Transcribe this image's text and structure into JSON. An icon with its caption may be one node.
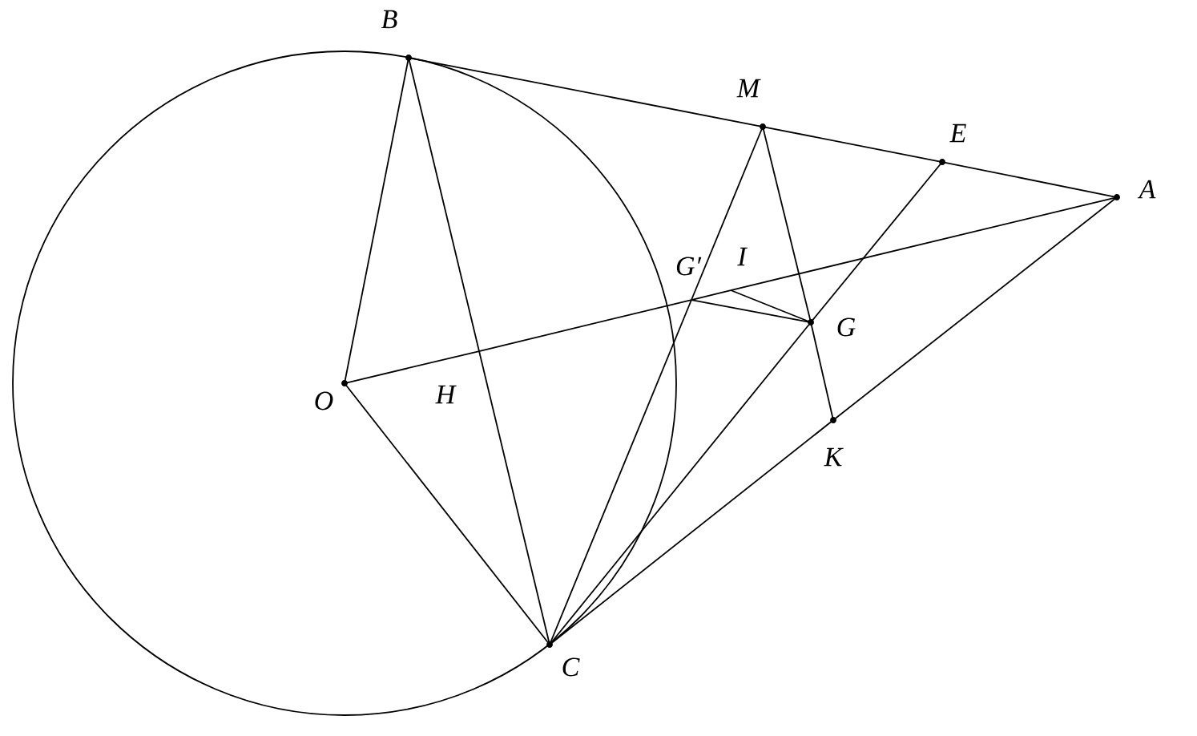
{
  "diagram": {
    "nodes": [
      {
        "text": [
          "B"
        ]
      },
      {
        "text": [
          "M"
        ]
      },
      {
        "text": [
          "E"
        ]
      },
      {
        "text": [
          "A"
        ]
      },
      {
        "text": [
          "G′"
        ]
      },
      {
        "text": [
          "I"
        ]
      },
      {
        "text": [
          "G"
        ]
      },
      {
        "text": [
          "O"
        ]
      },
      {
        "text": [
          "H"
        ]
      },
      {
        "text": [
          "K"
        ]
      },
      {
        "text": [
          "C"
        ]
      }
    ],
    "edges": [
      {
        "from": 0,
        "to": 1,
        "arrow": "none"
      },
      {
        "from": 1,
        "to": 2,
        "arrow": "none"
      },
      {
        "from": 2,
        "to": 3,
        "arrow": "none"
      },
      {
        "from": 7,
        "to": 0,
        "arrow": "none"
      },
      {
        "from": 7,
        "to": 8,
        "arrow": "none"
      },
      {
        "from": 8,
        "to": 4,
        "arrow": "none"
      },
      {
        "from": 4,
        "to": 5,
        "arrow": "none"
      },
      {
        "from": 5,
        "to": 3,
        "arrow": "none"
      },
      {
        "from": 0,
        "to": 8,
        "arrow": "none"
      },
      {
        "from": 8,
        "to": 10,
        "arrow": "none"
      },
      {
        "from": 7,
        "to": 10,
        "arrow": "none"
      },
      {
        "from": 10,
        "to": 4,
        "arrow": "none"
      },
      {
        "from": 4,
        "to": 1,
        "arrow": "none"
      },
      {
        "from": 10,
        "to": 6,
        "arrow": "none"
      },
      {
        "from": 6,
        "to": 2,
        "arrow": "none"
      },
      {
        "from": 10,
        "to": 9,
        "arrow": "none"
      },
      {
        "from": 9,
        "to": 3,
        "arrow": "none"
      },
      {
        "from": 1,
        "to": 6,
        "arrow": "none"
      },
      {
        "from": 6,
        "to": 9,
        "arrow": "none"
      },
      {
        "from": 4,
        "to": 6,
        "arrow": "none"
      },
      {
        "from": 5,
        "to": 6,
        "arrow": "none"
      }
    ]
  }
}
